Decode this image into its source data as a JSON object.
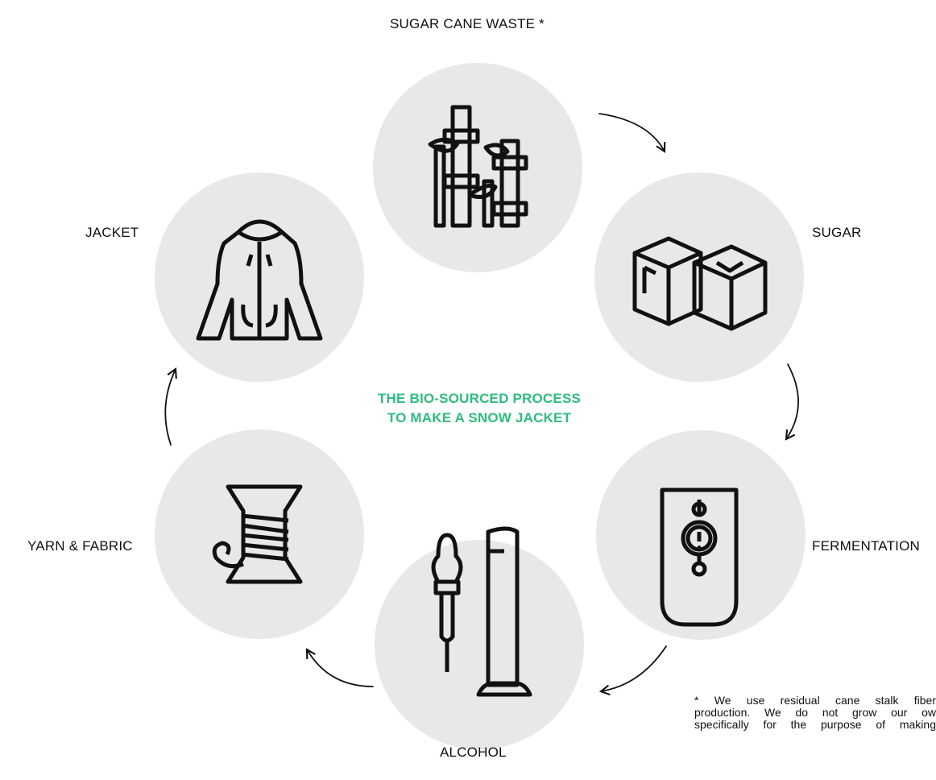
{
  "title_lines": [
    "THE BIO-SOURCED PROCESS",
    "TO MAKE A SNOW JACKET"
  ],
  "steps": [
    {
      "label": "SUGAR CANE WASTE *",
      "icon": "sugar-cane-icon"
    },
    {
      "label": "SUGAR",
      "icon": "sugar-cubes-icon"
    },
    {
      "label": "FERMENTATION",
      "icon": "fermentation-tank-icon"
    },
    {
      "label": "ALCOHOL",
      "icon": "lab-pipette-cylinder-icon"
    },
    {
      "label": "YARN & FABRIC",
      "icon": "thread-spool-icon"
    },
    {
      "label": "JACKET",
      "icon": "hooded-jacket-icon"
    }
  ],
  "footnote_lines": [
    "* We use residual cane stalk fiber",
    "production. We do not grow our ow",
    "specifically for the purpose of making"
  ],
  "colors": {
    "accent": "#2ebd7f",
    "circle": "#e8e8e6",
    "ink": "#111111"
  }
}
